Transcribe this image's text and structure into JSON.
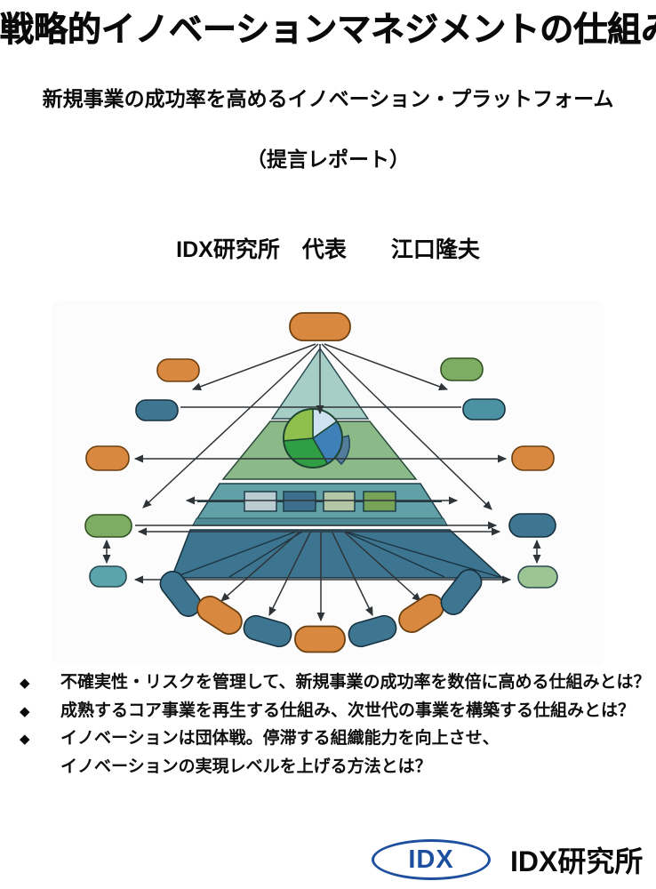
{
  "title": "戦略的イノベーションマネジメントの仕組み",
  "subtitle": "新規事業の成功率を高めるイノベーション・プラットフォーム",
  "report_label": "（提言レポート）",
  "author": "IDX研究所　代表　　江口隆夫",
  "bullets": {
    "rows": [
      {
        "marker": "◆",
        "text": "不確実性・リスクを管理して、新規事業の成功率を数倍に高める仕組みとは？"
      },
      {
        "marker": "◆",
        "text": "成熟するコア事業を再生する仕組み、次世代の事業を構築する仕組みとは？"
      },
      {
        "marker": "◆",
        "text": "イノベーションは団体戦。停滞する組織能力を向上させ、"
      },
      {
        "marker": "",
        "text": "イノベーションの実現レベルを上げる方法とは？"
      }
    ]
  },
  "footer": {
    "logo_text": "IDX",
    "org_name": "IDX研究所"
  },
  "colors": {
    "orange": "#d8893f",
    "orange_border": "#6b3f10",
    "teal_dark": "#3e7691",
    "teal": "#4b93a2",
    "teal_light": "#5aa4ad",
    "green": "#7cad63",
    "green_light": "#9cc594",
    "tier_apex": "#a6cec7",
    "tier_green": "#8cb988",
    "tier_teal": "#61a0a6",
    "tier_teal_band": "#4f8c96",
    "tier_dark": "#3d7590",
    "pie_lightgreen": "#8fc04d",
    "pie_paleblue": "#cfe2f4",
    "pie_blue": "#3e80b8",
    "pie_darkgreen": "#2f9e45",
    "pie_slate": "#527e9b",
    "box1": "#b9cdd2",
    "box2": "#3d6e8c",
    "box3": "#b3c6a6",
    "box4": "#76a358",
    "arrow": "#2f3438",
    "logo_blue": "#1d4f9e"
  }
}
